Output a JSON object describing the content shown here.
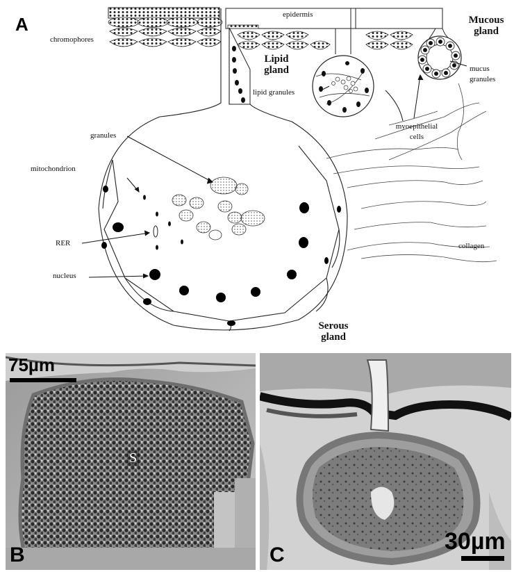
{
  "panel_a": {
    "letter": "A",
    "labels": {
      "chromophores": "chromophores",
      "epidermis": "epidermis",
      "lipid_gland": "Lipid gland",
      "mucous_gland": "Mucous gland",
      "mucus_granules": "mucus granules",
      "lipid_granules": "lipid granules",
      "myoepithelial_cells": "myoepithelial cells",
      "granules": "granules",
      "mitochondrion": "mitochondrion",
      "rer": "RER",
      "nucleus": "nucleus",
      "collagen": "collagen",
      "serous_gland": "Serous gland"
    }
  },
  "panel_b": {
    "letter": "B",
    "region_label": "S",
    "scale_label": "75µm"
  },
  "panel_c": {
    "letter": "C",
    "scale_label": "30µm"
  }
}
